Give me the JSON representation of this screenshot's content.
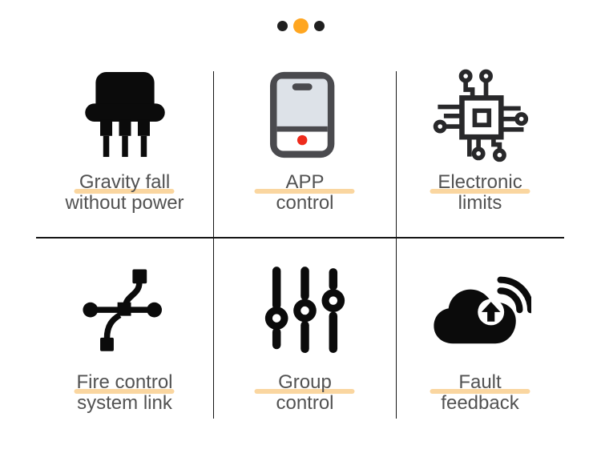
{
  "carousel": {
    "dots": [
      {
        "name": "dot-1",
        "active": false
      },
      {
        "name": "dot-2",
        "active": true
      },
      {
        "name": "dot-3",
        "active": false
      }
    ]
  },
  "colors": {
    "text": "#525252",
    "underline": "#fad6a0",
    "dot_dark": "#1f1f1f",
    "dot_active": "#ffa620",
    "divider": "#151515",
    "icon_black": "#0b0b0b",
    "phone_frame": "#4a4a4e",
    "phone_screen": "#dde2e8",
    "phone_dot_red": "#ee2b1c",
    "chip_dark": "#28282a"
  },
  "features": [
    {
      "icon": "transistor-icon",
      "line1": "Gravity fall",
      "line2": "without power"
    },
    {
      "icon": "smartphone-icon",
      "line1": "APP",
      "line2": "control"
    },
    {
      "icon": "chip-icon",
      "line1": "Electronic",
      "line2": "limits"
    },
    {
      "icon": "network-nodes-icon",
      "line1": "Fire control",
      "line2": "system link"
    },
    {
      "icon": "sliders-icon",
      "line1": "Group",
      "line2": "control"
    },
    {
      "icon": "cloud-upload-icon",
      "line1": "Fault",
      "line2": "feedback"
    }
  ]
}
